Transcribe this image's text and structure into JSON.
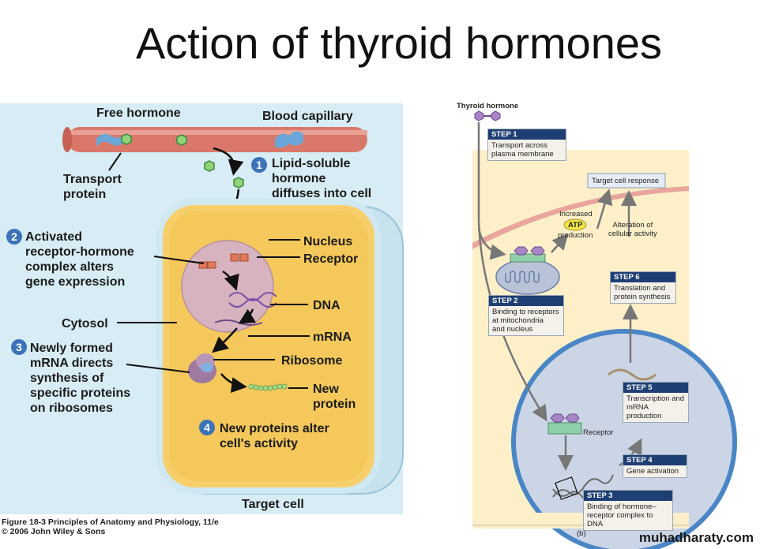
{
  "title": "Action of thyroid hormones",
  "left": {
    "free_hormone": "Free hormone",
    "blood_capillary": "Blood capillary",
    "transport_protein": "Transport\nprotein",
    "step1_num": "1",
    "step1": "Lipid-soluble\nhormone\ndiffuses into cell",
    "nucleus": "Nucleus",
    "receptor": "Receptor",
    "step2_num": "2",
    "step2": "Activated\nreceptor-hormone\ncomplex alters\ngene expression",
    "dna": "DNA",
    "cytosol": "Cytosol",
    "mrna": "mRNA",
    "step3_num": "3",
    "step3": "Newly formed\nmRNA directs\nsynthesis of\nspecific proteins\non ribosomes",
    "ribosome": "Ribosome",
    "new_protein": "New\nprotein",
    "step4_num": "4",
    "step4": "New proteins alter\ncell's activity",
    "target_cell": "Target cell",
    "caption": "Figure 18-3  Principles of Anatomy and Physiology, 11/e\n© 2006 John Wiley & Sons"
  },
  "right": {
    "thyroid_hormone": "Thyroid hormone",
    "step1_head": "STEP 1",
    "step1_body": "Transport across\nplasma membrane",
    "target_response": "Target cell response",
    "increased": "Increased",
    "atp": "ATP",
    "production": "production",
    "alteration": "Alteration of\ncellular activity",
    "step6_head": "STEP 6",
    "step6_body": "Translation and\nprotein synthesis",
    "step2_head": "STEP 2",
    "step2_body": "Binding to receptors\nat mitochondria\nand nucleus",
    "step5_head": "STEP 5",
    "step5_body": "Transcription and\nmRNA production",
    "receptor": "Receptor",
    "step4_head": "STEP 4",
    "step4_body": "Gene activation",
    "step3_head": "STEP 3",
    "step3_body": "Binding of hormone–\nreceptor complex to DNA",
    "panel_label": "(b)"
  },
  "watermark": "muhadharaty.com",
  "colors": {
    "step_header": "#1e3f73",
    "step_number": "#3c73b8",
    "cell_cytoplasm": "#f7cf6a",
    "nucleus": "#d7b3bf",
    "hormone": "#8fd27a",
    "thyroid_hormone": "#a786c6",
    "capillary": "#d9786a"
  }
}
